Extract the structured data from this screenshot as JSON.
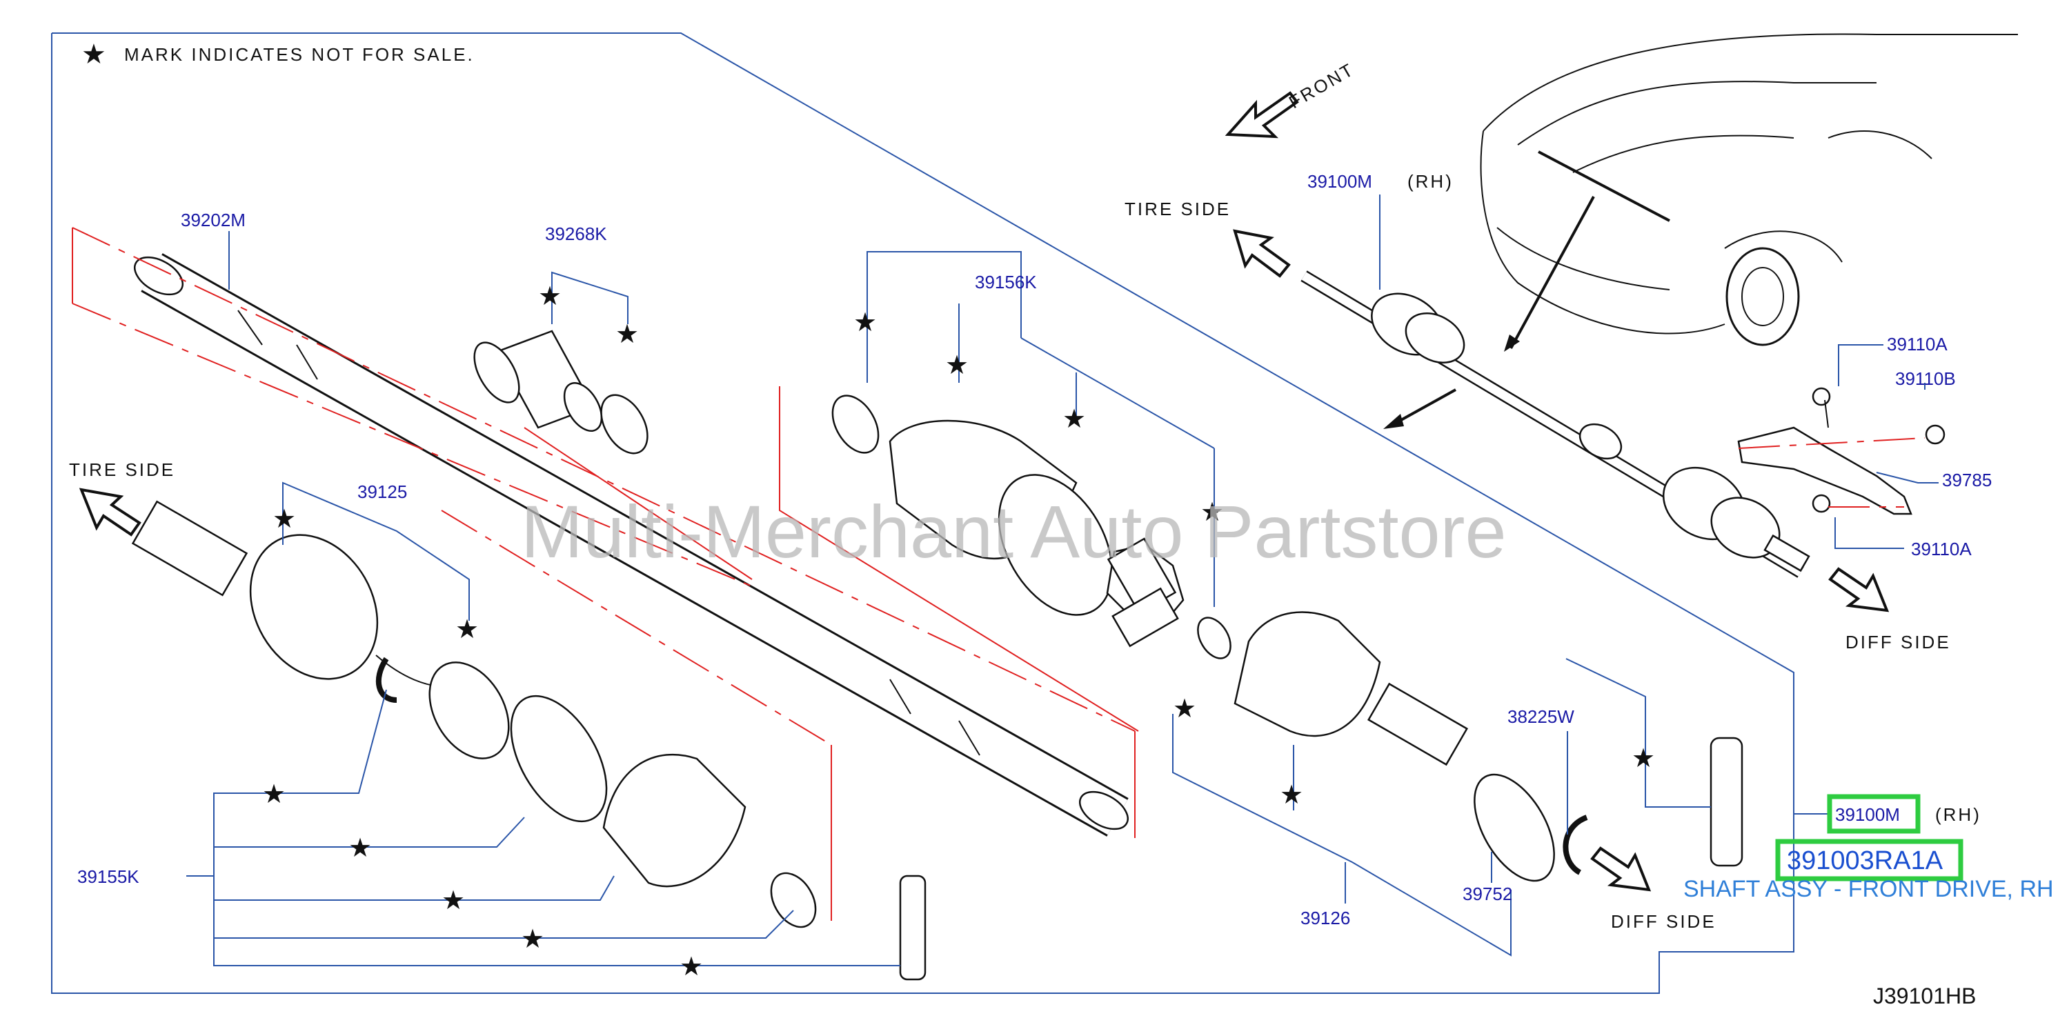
{
  "legend": {
    "star": "★",
    "text": "MARK  INDICATES  NOT  FOR  SALE."
  },
  "direction_labels": {
    "front": "FRONT",
    "tire_side_top": "TIRE  SIDE",
    "tire_side_left": "TIRE  SIDE",
    "diff_side_right": "DIFF  SIDE",
    "diff_side_bottom": "DIFF  SIDE"
  },
  "parts": {
    "p39202M": "39202M",
    "p39268K": "39268K",
    "p39156K": "39156K",
    "p39125": "39125",
    "p39155K": "39155K",
    "p38225W": "38225W",
    "p39126": "39126",
    "p39752": "39752",
    "p39100M_top": "39100M",
    "rh_top": "(RH)",
    "p39110A_top": "39110A",
    "p39110B": "39110B",
    "p39785": "39785",
    "p39110A_bottom": "39110A",
    "p39100M_highlight": "39100M",
    "rh_highlight": "(RH)"
  },
  "highlight": {
    "part_number": "391003RA1A",
    "description": "SHAFT ASSY - FRONT DRIVE, RH"
  },
  "watermark": "Multi-Merchant Auto Partstore",
  "diagram_code": "J39101HB",
  "colors": {
    "label_blue": "#1a1aa6",
    "highlight_green": "#2ecc40",
    "red_line": "#e02020",
    "frame_blue": "#2a55a8"
  }
}
